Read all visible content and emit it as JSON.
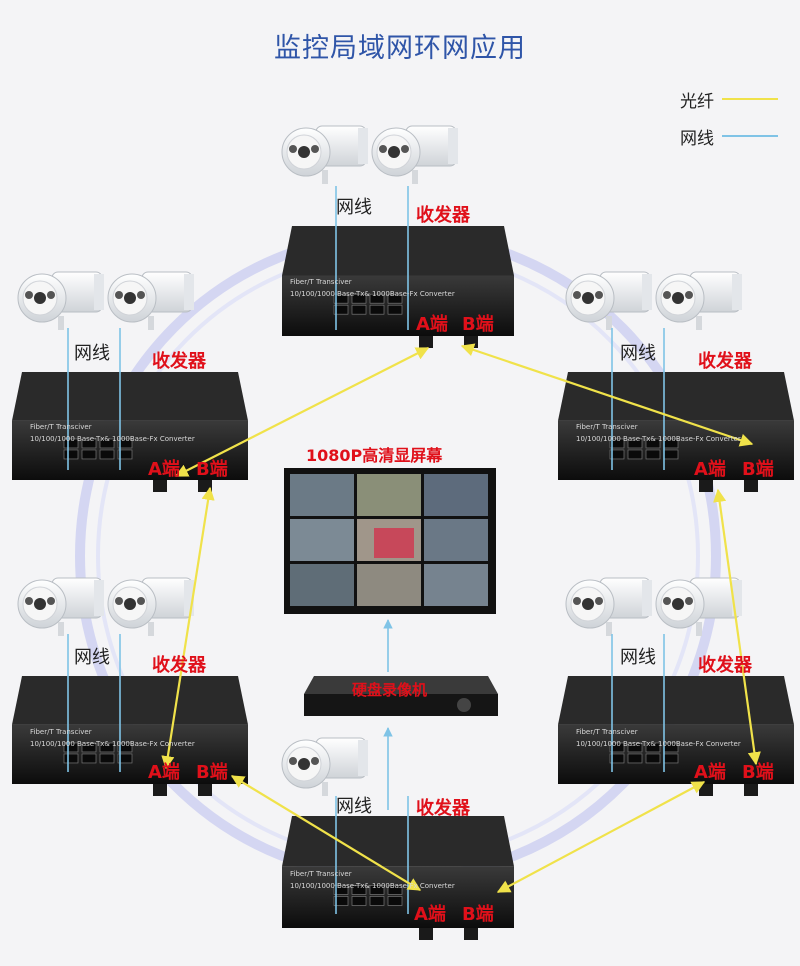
{
  "title": "监控局域网环网应用",
  "legend": [
    {
      "label": "光纤",
      "color": "#f0e24a"
    },
    {
      "label": "网线",
      "color": "#7fc3e6"
    }
  ],
  "device": {
    "brand_line1": "Fiber/T Transciver",
    "brand_line2": "10/100/1000 Base-Tx& 1000Base-Fx Converter"
  },
  "labels": {
    "wire": "网线",
    "transceiver": "收发器",
    "port_a": "A端",
    "port_b": "B端",
    "screen": "1080P高清显屏幕",
    "nvr": "硬盘录像机"
  }
}
